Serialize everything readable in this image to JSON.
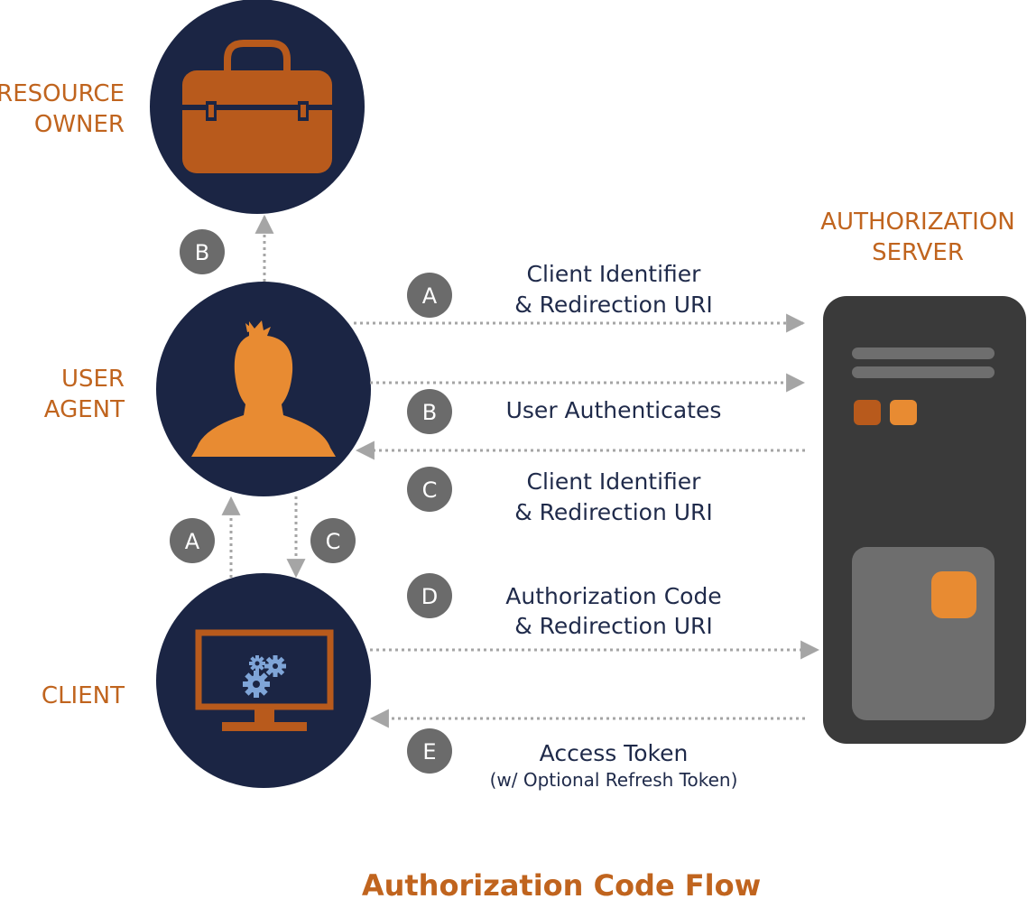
{
  "title": "Authorization Code Flow",
  "actors": {
    "resource_owner": {
      "line1": "RESOURCE",
      "line2": "OWNER",
      "icon": "briefcase-icon"
    },
    "user_agent": {
      "line1": "USER",
      "line2": "AGENT",
      "icon": "person-icon"
    },
    "client": {
      "line1": "CLIENT",
      "icon": "monitor-gears-icon"
    },
    "authorization_server": {
      "line1": "AUTHORIZATION",
      "line2": "SERVER",
      "icon": "server-icon"
    }
  },
  "steps": {
    "a": {
      "badge": "A",
      "line1": "Client Identifier",
      "line2": "& Redirection URI"
    },
    "b": {
      "badge": "B",
      "line1": "User Authenticates"
    },
    "c": {
      "badge": "C",
      "line1": "Client Identifier",
      "line2": "& Redirection URI"
    },
    "d": {
      "badge": "D",
      "line1": "Authorization Code",
      "line2": "& Redirection URI"
    },
    "e": {
      "badge": "E",
      "line1": "Access Token",
      "line2": "(w/ Optional Refresh Token)"
    }
  },
  "side_badges": {
    "b": "B",
    "a": "A",
    "c": "C"
  },
  "colors": {
    "navy": "#1b2544",
    "orange_dark": "#b85a1c",
    "orange_light": "#e88b32",
    "label_orange": "#c0641e",
    "text_navy": "#1f2a4a",
    "badge_gray": "#6b6b6b",
    "arrow_gray": "#a5a5a5",
    "server_dark": "#3a3a3a",
    "server_panel": "#6e6e6e",
    "gear_blue": "#7fa5d8"
  }
}
